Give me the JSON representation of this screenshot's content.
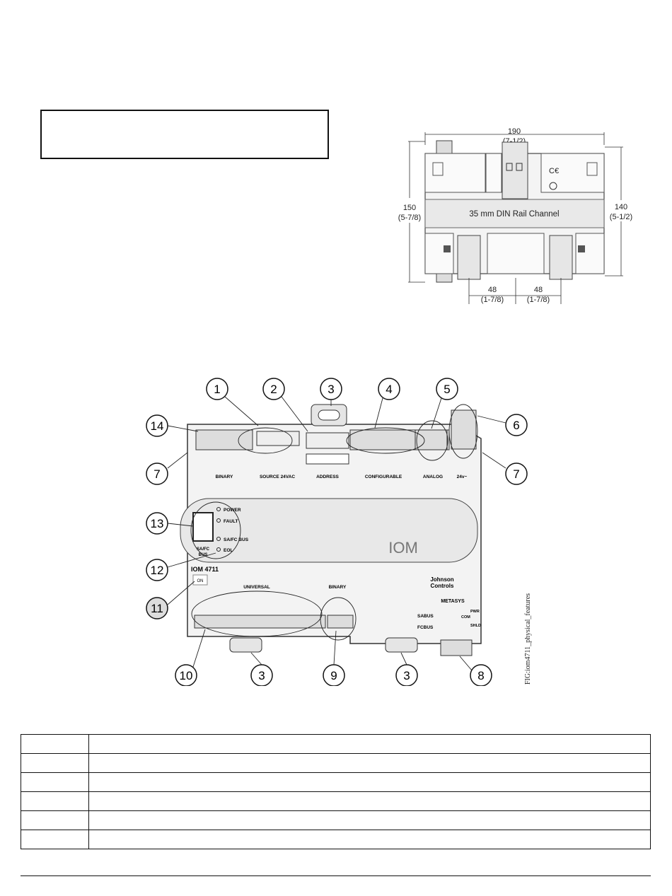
{
  "dimension_drawing": {
    "width_mm": "190",
    "width_in": "(7-1/2)",
    "height_mm": "150",
    "height_in": "(5-7/8)",
    "height_right_mm": "140",
    "height_right_in": "(5-1/2)",
    "rail_label": "35 mm DIN Rail Channel",
    "spacing_left_mm": "48",
    "spacing_left_in": "(1-7/8)",
    "spacing_right_mm": "48",
    "spacing_right_in": "(1-7/8)"
  },
  "device": {
    "model": "IOM 4711",
    "logo": "IOM",
    "brand_line1": "Johnson",
    "brand_line2": "Controls",
    "metasys": "METASYS",
    "top_groups": [
      "BINARY",
      "SOURCE 24VAC",
      "ADDRESS",
      "CONFIGURABLE",
      "ANALOG",
      "24v~"
    ],
    "bottom_groups": [
      "UNIVERSAL",
      "BINARY"
    ],
    "leds": [
      "POWER",
      "FAULT",
      "SA/FC BUS",
      "EOL"
    ],
    "port_label_1": "SA/FC",
    "port_label_2": "BUS",
    "switch_label": "ON",
    "sabus": "SABUS",
    "fcbus": "FCBUS",
    "bus_cols": [
      "COM",
      "PWR",
      "SHLD"
    ],
    "callouts": [
      "1",
      "2",
      "3",
      "4",
      "5",
      "6",
      "7",
      "7",
      "8",
      "9",
      "10",
      "11",
      "12",
      "13",
      "14",
      "3",
      "3"
    ],
    "figure_caption": "FIG:iom4711_physical_features"
  },
  "legend_table": {
    "rows": [
      [
        "",
        ""
      ],
      [
        "",
        ""
      ],
      [
        "",
        ""
      ],
      [
        "",
        ""
      ],
      [
        "",
        ""
      ],
      [
        "",
        ""
      ]
    ]
  }
}
